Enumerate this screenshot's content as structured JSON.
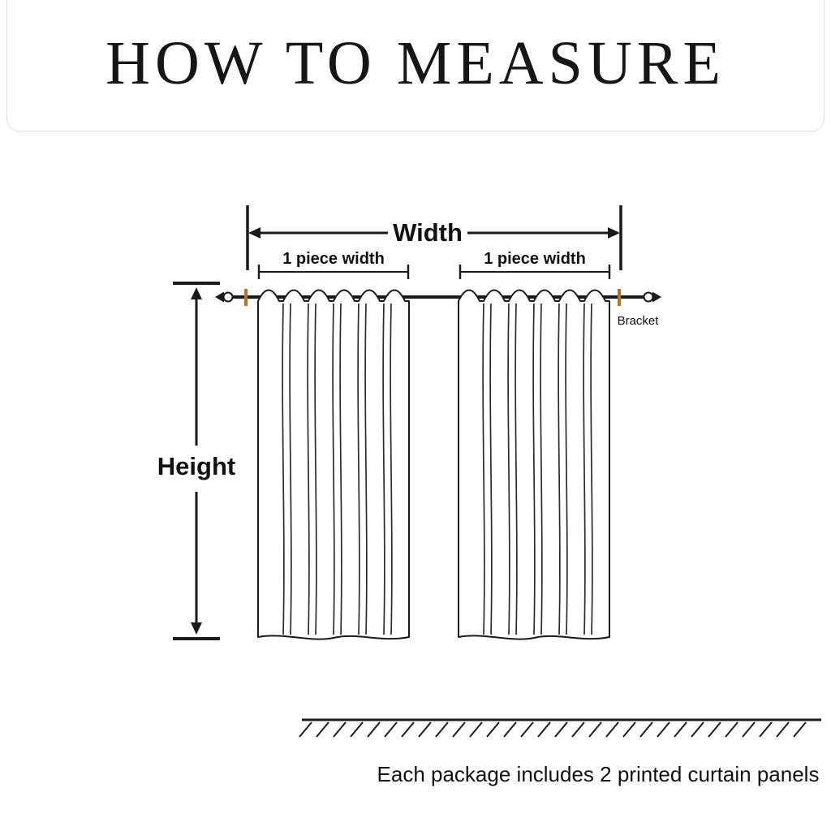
{
  "title": "HOW TO MEASURE",
  "diagram": {
    "width_label": "Width",
    "piece_width_labels": [
      "1 piece width",
      "1 piece width"
    ],
    "bracket_label": "Bracket",
    "height_label": "Height",
    "accent_color": "#bf7017",
    "line_color": "#1a1a1a"
  },
  "caption": "Each package includes 2 printed curtain panels"
}
